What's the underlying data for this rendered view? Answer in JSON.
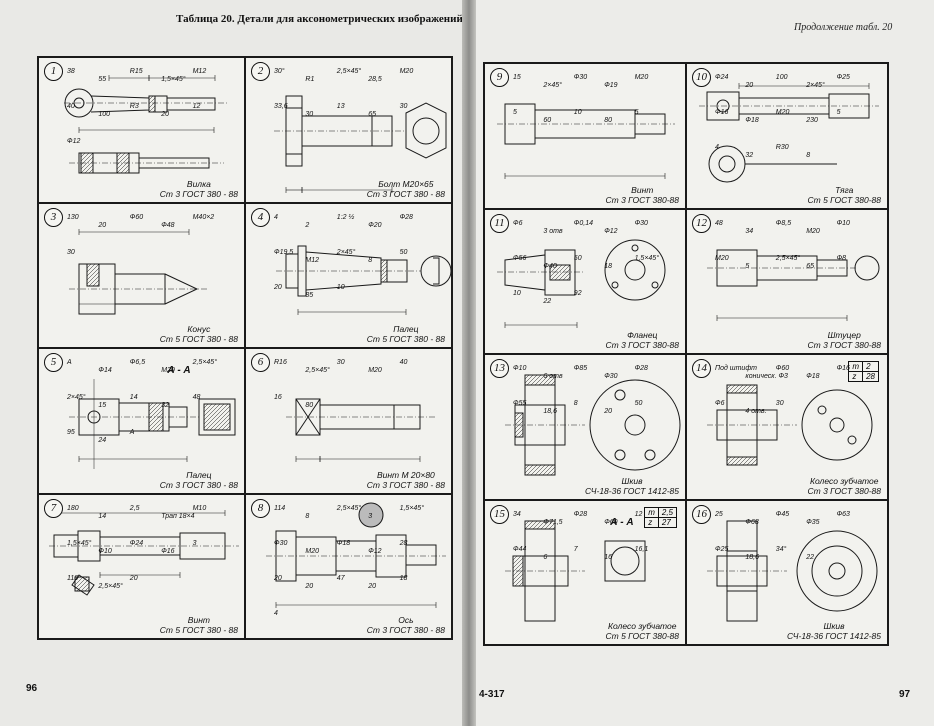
{
  "left_page": {
    "title": "Таблица 20. Детали для аксонометрических изображений",
    "page_number": "96"
  },
  "right_page": {
    "title": "Продолжение табл. 20",
    "page_number": "97",
    "signature": "4-317"
  },
  "parts": [
    {
      "n": "1",
      "cap1": "Вилка",
      "cap2": "Ст 3 ГОСТ 380 - 88",
      "dims": [
        "38",
        "55",
        "R15",
        "1,5×45°",
        "М12",
        "40",
        "100",
        "R3",
        "20",
        "12",
        "Ф12"
      ]
    },
    {
      "n": "2",
      "cap1": "Болт М20×65",
      "cap2": "Ст 3 ГОСТ 380 - 88",
      "dims": [
        "30°",
        "R1",
        "2,5×45°",
        "28,5",
        "М20",
        "33,6",
        "30",
        "13",
        "65",
        "30"
      ]
    },
    {
      "n": "3",
      "cap1": "Конус",
      "cap2": "Ст 5 ГОСТ 380 - 88",
      "dims": [
        "130",
        "20",
        "Ф60",
        "Ф48",
        "М40×2",
        "30"
      ]
    },
    {
      "n": "4",
      "cap1": "Палец",
      "cap2": "Ст 5 ГОСТ 380 - 88",
      "dims": [
        "4",
        "2",
        "1:2 ½",
        "Ф20",
        "Ф28",
        "Ф19,5",
        "М12",
        "2×45°",
        "8",
        "50",
        "20",
        "85",
        "10"
      ]
    },
    {
      "n": "5",
      "section": "А - А",
      "cap1": "Палец",
      "cap2": "Ст 3 ГОСТ 380 - 88",
      "dims": [
        "А",
        "Ф14",
        "Ф6,5",
        "М20",
        "2,5×45°",
        "2×45°",
        "15",
        "14",
        "32",
        "48",
        "95",
        "24",
        "А"
      ]
    },
    {
      "n": "6",
      "cap1": "Винт М 20×80",
      "cap2": "Ст 3 ГОСТ 380 - 88",
      "dims": [
        "R16",
        "2,5×45°",
        "30",
        "М20",
        "40",
        "16",
        "80"
      ]
    },
    {
      "n": "7",
      "cap1": "Винт",
      "cap2": "Ст 5 ГОСТ 380 - 88",
      "dims": [
        "180",
        "14",
        "2,5",
        "Трап 18×4",
        "М10",
        "1,5×45°",
        "Ф10",
        "Ф24",
        "Ф16",
        "3",
        "110",
        "2,5×45°",
        "20"
      ]
    },
    {
      "n": "8",
      "cap1": "Ось",
      "cap2": "Ст 3 ГОСТ 380 - 88",
      "dims": [
        "114",
        "8",
        "2,5×45°",
        "3",
        "1,5×45°",
        "Ф30",
        "М20",
        "Ф18",
        "Ф12",
        "28",
        "20",
        "20",
        "47",
        "20",
        "18",
        "4"
      ]
    },
    {
      "n": "9",
      "cap1": "Винт",
      "cap2": "Ст 3 ГОСТ 380-88",
      "dims": [
        "15",
        "2×45°",
        "Ф30",
        "Ф19",
        "М20",
        "5",
        "60",
        "10",
        "80",
        "5"
      ]
    },
    {
      "n": "10",
      "cap1": "Тяга",
      "cap2": "Ст 5 ГОСТ 380-88",
      "dims": [
        "Ф24",
        "20",
        "100",
        "2×45°",
        "Ф25",
        "Ф16",
        "Ф18",
        "М20",
        "230",
        "5",
        "4",
        "32",
        "R30",
        "8"
      ]
    },
    {
      "n": "11",
      "cap1": "Фланец",
      "cap2": "Ст 3 ГОСТ 380-88",
      "dims": [
        "Ф6",
        "3 отв",
        "Ф0,14",
        "Ф12",
        "Ф30",
        "Ф56",
        "Ф40",
        "50",
        "18",
        "1,5×45°",
        "10",
        "22",
        "92"
      ]
    },
    {
      "n": "12",
      "cap1": "Штуцер",
      "cap2": "Ст 3 ГОСТ 380-88",
      "dims": [
        "48",
        "34",
        "Ф8,5",
        "М20",
        "Ф10",
        "М20",
        "5",
        "2,5×45°",
        "65",
        "Ф8"
      ]
    },
    {
      "n": "13",
      "cap1": "Шкив",
      "cap2": "СЧ-18-36 ГОСТ 1412-85",
      "dims": [
        "Ф10",
        "6 отв",
        "Ф85",
        "Ф30",
        "Ф28",
        "Ф55",
        "18,6",
        "8",
        "20",
        "50"
      ]
    },
    {
      "n": "14",
      "cap1": "Колесо зубчатое",
      "cap2": "Ст 3 ГОСТ 380-88",
      "dims": [
        "Под штифт",
        "коническ. Ф3",
        "Ф60",
        "Ф18",
        "Ф16",
        "Ф6",
        "4 отв.",
        "30"
      ],
      "table": [
        [
          "m",
          "2"
        ],
        [
          "z",
          "28"
        ]
      ]
    },
    {
      "n": "15",
      "section": "А - А",
      "cap1": "Колесо зубчатое",
      "cap2": "Ст 5 ГОСТ 380-88",
      "dims": [
        "34",
        "Ф71,5",
        "Ф28",
        "Ф60",
        "12",
        "Ф44",
        "6",
        "7",
        "16",
        "16,1"
      ],
      "table": [
        [
          "m",
          "2,5"
        ],
        [
          "z",
          "27"
        ]
      ]
    },
    {
      "n": "16",
      "cap1": "Шкив",
      "cap2": "СЧ-18-36 ГОСТ 1412-85",
      "dims": [
        "25",
        "Ф68",
        "Ф45",
        "Ф35",
        "Ф63",
        "Ф25",
        "18,6",
        "34°",
        "22"
      ]
    }
  ]
}
